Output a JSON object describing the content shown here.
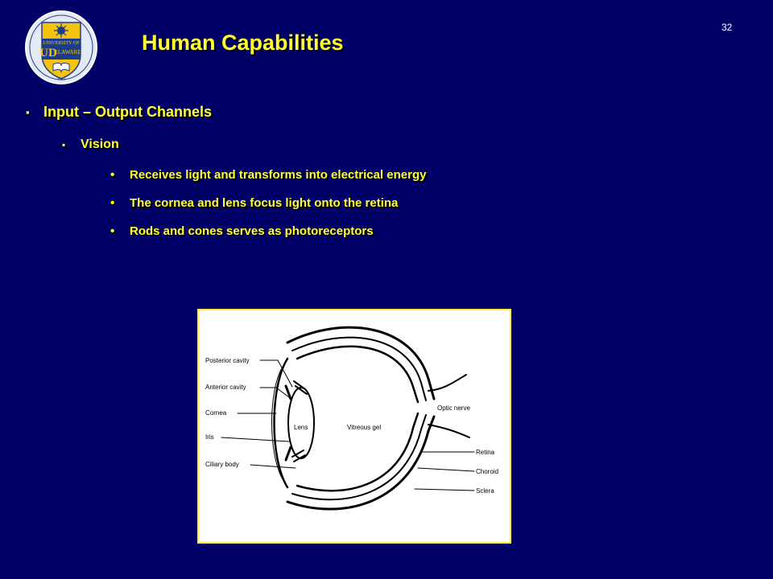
{
  "page_number": "32",
  "title": "Human Capabilities",
  "logo": {
    "text_top": "UNIVERSITY OF",
    "text_bottom": "ELAWARE",
    "monogram": "UD",
    "year": "1743",
    "colors": {
      "shield": "#f5c30f",
      "blue": "#1c3e8a",
      "ring": "#e3e9f5"
    }
  },
  "level1": {
    "marker": "▪",
    "text": "Input – Output Channels"
  },
  "level2": {
    "marker": "▪",
    "text": "Vision"
  },
  "bullets": [
    {
      "marker": "•",
      "text": "Receives light and transforms into electrical energy"
    },
    {
      "marker": "•",
      "text": "The cornea and lens focus light onto the retina"
    },
    {
      "marker": "•",
      "text": "Rods and cones serves as photoreceptors"
    }
  ],
  "diagram": {
    "labels": {
      "posterior_cavity": "Posterior cavity",
      "anterior_cavity": "Anterior cavity",
      "cornea": "Cornea",
      "iris": "Iris",
      "ciliary_body": "Ciliary body",
      "lens": "Lens",
      "vitreous_gel": "Vitreous gel",
      "optic_nerve": "Optic nerve",
      "retina": "Retina",
      "choroid": "Choroid",
      "sclera": "Sclera"
    }
  },
  "colors": {
    "background": "#000066",
    "text": "#ffff33",
    "frame_border": "#ffe93a"
  }
}
